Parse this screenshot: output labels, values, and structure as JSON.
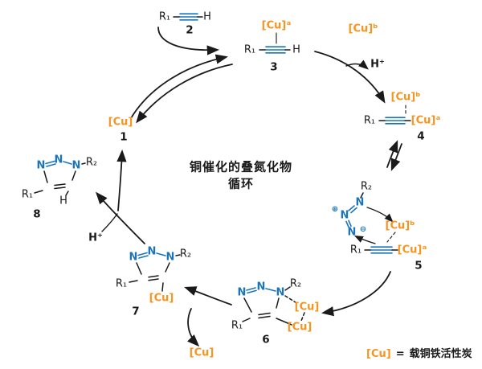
{
  "title": "铜催化的叠氮化物循环",
  "center": {
    "line1": "铜催化的叠氮化物",
    "line2": "循环"
  },
  "legend": {
    "cu": "[Cu]",
    "eq": "=",
    "desc": "载铜铁活性炭"
  },
  "colors": {
    "cu_orange": "#F7941D",
    "bond_blue": "#1B75BC",
    "ink": "#1A1A1A"
  },
  "labels": {
    "r1": "R₁",
    "r2": "R₂",
    "h": "H",
    "n": "N",
    "h_plus": "H⁺",
    "cu": "[Cu]",
    "cu_a": "[Cu]ᵃ",
    "cu_b": "[Cu]ᵇ",
    "plus": "⊕",
    "minus": "⊖"
  },
  "species_numbers": {
    "cat": "1",
    "alkyne": "2",
    "pi_complex": "3",
    "acetylide": "4",
    "azide_complex": "5",
    "metallacycle": "6",
    "cu_triazolide": "7",
    "triazole": "8"
  }
}
